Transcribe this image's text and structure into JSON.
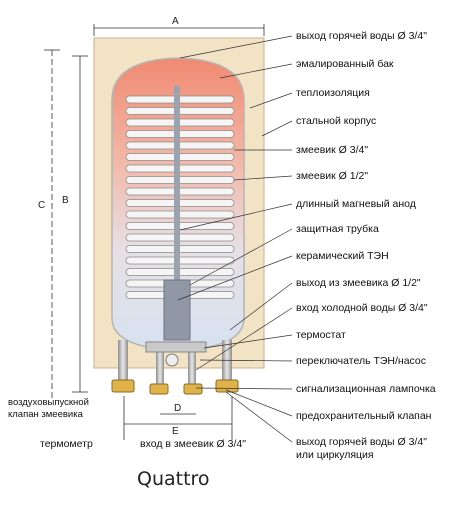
{
  "labels": {
    "hot_out": "выход горячей воды Ø 3/4\"",
    "enamel_tank": "эмалированный бак",
    "insulation": "теплоизоляция",
    "steel_body": "стальной корпус",
    "coil_34": "змеевик Ø 3/4\"",
    "coil_12": "змеевик Ø 1/2\"",
    "anode": "длинный магневый анод",
    "tube": "защитная трубка",
    "heater": "керамический ТЭН",
    "coil_out": "выход из змеевика Ø 1/2\"",
    "cold_in": "вход холодной воды Ø 3/4\"",
    "thermostat": "термостат",
    "switch": "переключатель ТЭН/насос",
    "lamp": "сигнализационная лампочка",
    "valve": "предохранительный клапан",
    "hot_out2": "выход горячей воды Ø 3/4\"",
    "circulation": "или циркуляция",
    "air_valve_1": "воздуховыпускной",
    "air_valve_2": "клапан змеевика",
    "thermometer": "термометр",
    "coil_in": "вход в змеевик Ø 3/4\""
  },
  "dimensions": {
    "a": "A",
    "b": "B",
    "c": "C",
    "d": "D",
    "e": "E"
  },
  "caption": "Quattro",
  "colors": {
    "outer": "#f2e2c4",
    "tank_top": "#f0927a",
    "tank_bottom": "#dde6f2",
    "coil": "#f7f7f7",
    "coil_edge": "#8a8a8a"
  }
}
